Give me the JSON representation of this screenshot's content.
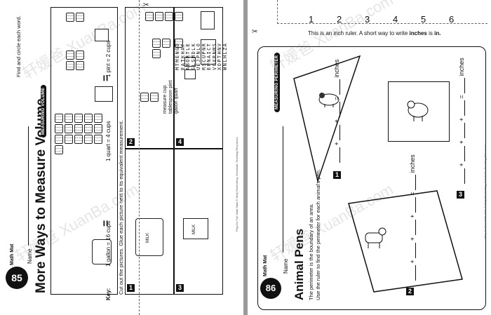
{
  "left_page": {
    "badge": {
      "brand": "Math Mat",
      "number": "85"
    },
    "name_label": "Name",
    "title": "More Ways to Measure Volume",
    "tag": "MEASURING VOLUME",
    "key": {
      "label": "Key:",
      "gallon": "1 gallon = 16 cups",
      "quart": "1 quart = 4 cups",
      "pint": "1 pint = 2 cups"
    },
    "equals": "=",
    "instruction": "Cut out the pictures. Glue each picture next to its equivalent measurement.",
    "boxes": [
      "1",
      "2",
      "3",
      "4"
    ],
    "milk_label": "MILK",
    "wordsearch": {
      "instruction": "Find and circle each word.",
      "words": [
        "measure",
        "cup",
        "tablespoon",
        "pint",
        "gallon",
        "quart"
      ],
      "rows": [
        "MTMENGD",
        "EATKHAF",
        "ABORTLE",
        "SLSMDLK",
        "UEJPNLO",
        "RSCUPNR",
        "EPNAICT",
        "VOXRNMS",
        "XOPTHNV",
        "WNLHLZA"
      ]
    },
    "footer": "Play-Do Fun Math Mats © Mary Rosenberg, Scholastic Teaching Resources"
  },
  "right_page": {
    "ruler": {
      "ticks": [
        "1",
        "2",
        "3",
        "4",
        "5",
        "6"
      ],
      "caption_pre": "This is an inch ruler. A short way to write ",
      "caption_bold1": "inches",
      "caption_mid": " is ",
      "caption_bold2": "in.",
      "caption_end": ""
    },
    "badge": {
      "brand": "Math Mat",
      "number": "86"
    },
    "name_label": "Name",
    "title": "Animal Pens",
    "tag": "MEASURING PERIMETER",
    "instruction_1": "The perimeter is the boundary of an area.",
    "instruction_2": "Use the ruler to find the perimeter for each animal's pen.",
    "plus": "+",
    "equals": "=",
    "inches": "inches",
    "problems": [
      "1",
      "2",
      "3"
    ],
    "footer": "Play-Do Fun Math Mats © Mary Rosenberg, Scholastic Teaching Resources"
  },
  "watermark": "轩媛爸 XuanBa.com"
}
